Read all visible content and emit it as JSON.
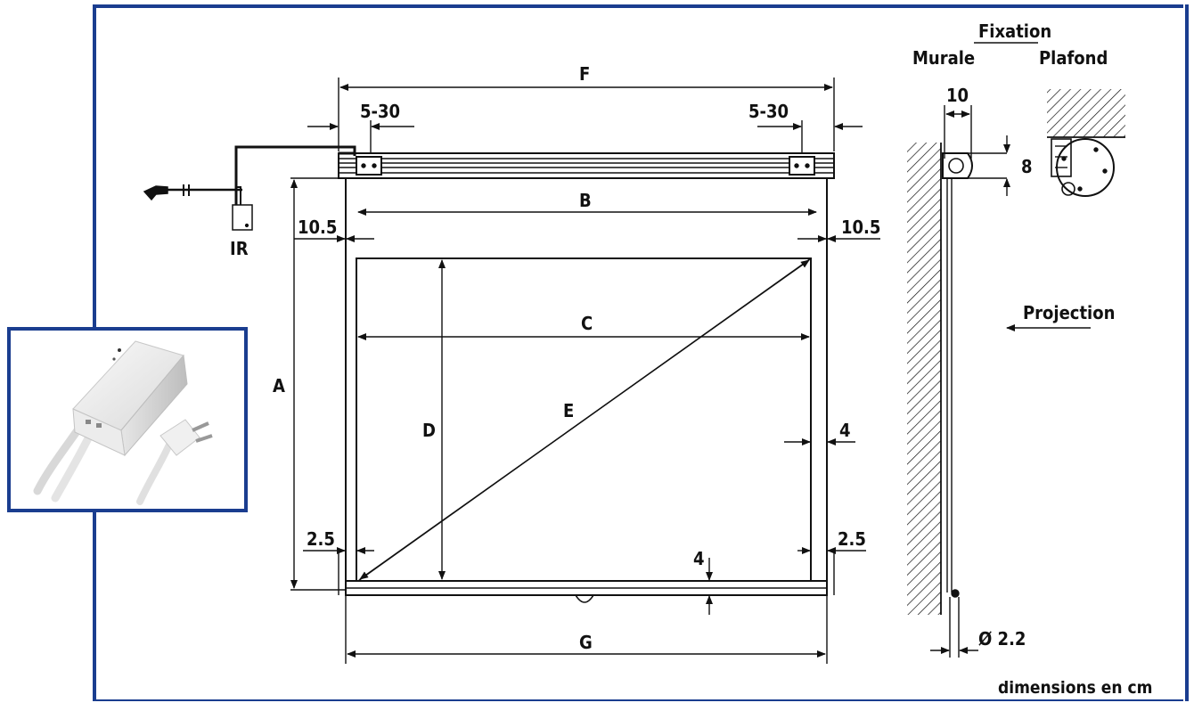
{
  "labels": {
    "A": "A",
    "B": "B",
    "C": "C",
    "D": "D",
    "E": "E",
    "F": "F",
    "G": "G",
    "ir": "IR",
    "gap_left": "5-30",
    "gap_right": "5-30",
    "margin_left": "10.5",
    "margin_right": "10.5",
    "border_side": "4",
    "border_bottom": "4",
    "bottom_left": "2.5",
    "bottom_right": "2.5"
  },
  "side_view": {
    "fixation": "Fixation",
    "murale": "Murale",
    "plafond": "Plafond",
    "depth": "10",
    "height": "8",
    "projection": "Projection",
    "diameter": "Ø 2.2"
  },
  "footer": {
    "units": "dimensions en cm"
  },
  "colors": {
    "frame": "#1a3d8f",
    "line": "#111111"
  },
  "inset": {
    "subject": "IR receiver box with power cables and plug",
    "icon": "ir-receiver-photo"
  }
}
